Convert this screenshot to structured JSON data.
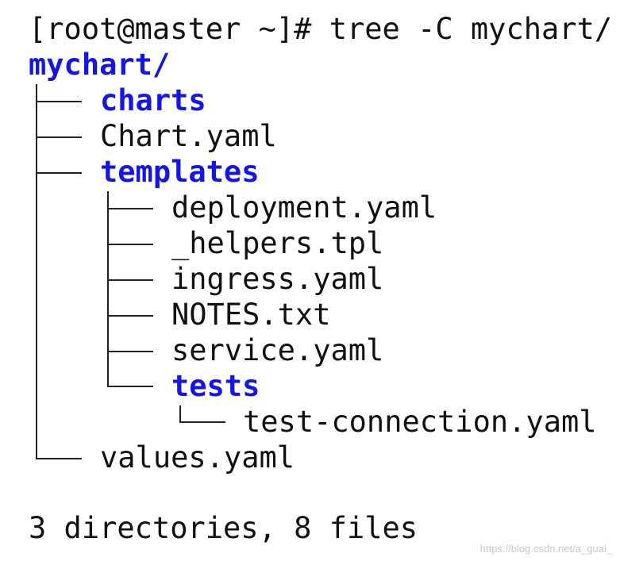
{
  "terminal": {
    "prompt_line": "[root@master ~]# tree -C mychart/",
    "root_dir": "mychart/",
    "entries": [
      {
        "name": "charts",
        "type": "dir"
      },
      {
        "name": "Chart.yaml",
        "type": "file"
      },
      {
        "name": "templates",
        "type": "dir"
      },
      {
        "name": "deployment.yaml",
        "type": "file"
      },
      {
        "name": "_helpers.tpl",
        "type": "file"
      },
      {
        "name": "ingress.yaml",
        "type": "file"
      },
      {
        "name": "NOTES.txt",
        "type": "file"
      },
      {
        "name": "service.yaml",
        "type": "file"
      },
      {
        "name": "tests",
        "type": "dir"
      },
      {
        "name": "test-connection.yaml",
        "type": "file"
      },
      {
        "name": "values.yaml",
        "type": "file"
      }
    ],
    "summary": "3 directories, 8 files",
    "dir_color": "#1414ee",
    "text_color": "#111111"
  },
  "watermark": "https://blog.csdn.net/a_guai_"
}
